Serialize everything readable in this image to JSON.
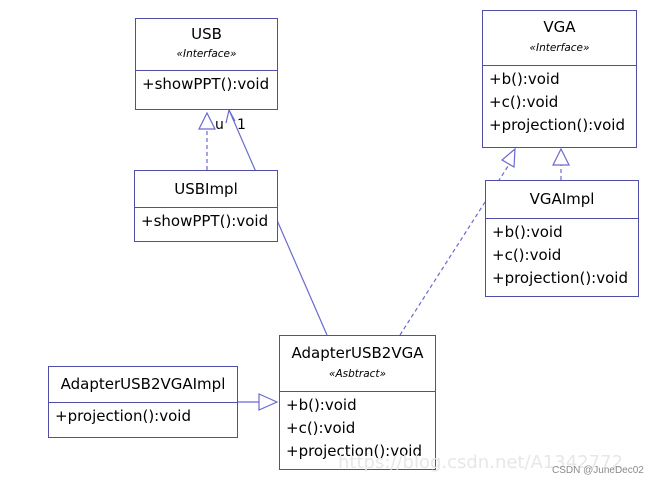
{
  "colors": {
    "line": "#6a6ad0",
    "border": "#4f4fa8"
  },
  "classes": {
    "usb": {
      "name": "USB",
      "stereotype": "«Interface»",
      "ops": [
        "+showPPT():void"
      ]
    },
    "vga": {
      "name": "VGA",
      "stereotype": "«Interface»",
      "ops": [
        "+b():void",
        "+c():void",
        "+projection():void"
      ]
    },
    "usbimpl": {
      "name": "USBImpl",
      "ops": [
        "+showPPT():void"
      ]
    },
    "vgaimpl": {
      "name": "VGAImpl",
      "ops": [
        "+b():void",
        "+c():void",
        "+projection():void"
      ]
    },
    "adapter": {
      "name": "AdapterUSB2VGA",
      "stereotype": "«Asbtract»",
      "ops": [
        "+b():void",
        "+c():void",
        "+projection():void"
      ]
    },
    "adapterimpl": {
      "name": "AdapterUSB2VGAImpl",
      "ops": [
        "+projection():void"
      ]
    }
  },
  "multiplicity": {
    "left": "u",
    "right": "1"
  },
  "watermark": "https://blog.csdn.net/A1342772",
  "credit": "CSDN @JuneDec02"
}
